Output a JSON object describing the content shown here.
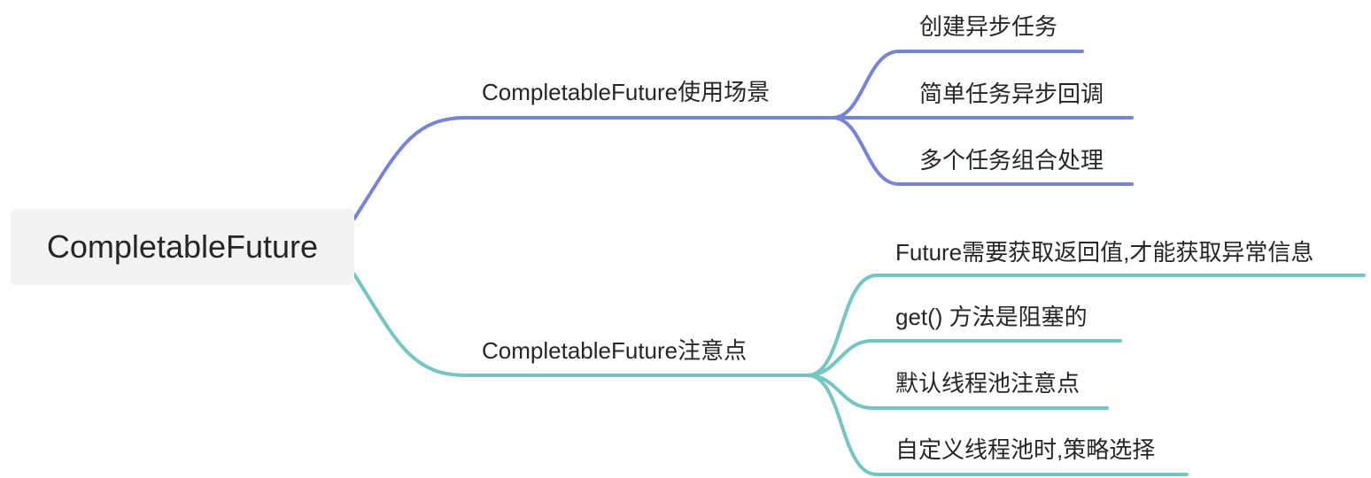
{
  "root": {
    "label": "CompletableFuture"
  },
  "branches": [
    {
      "label": "CompletableFuture使用场景",
      "color": "#7583d8",
      "children": [
        "创建异步任务",
        "简单任务异步回调",
        "多个任务组合处理"
      ]
    },
    {
      "label": "CompletableFuture注意点",
      "color": "#73c6c3",
      "children": [
        "Future需要获取返回值,才能获取异常信息",
        "get() 方法是阻塞的",
        "默认线程池注意点",
        "自定义线程池时,策略选择"
      ]
    }
  ]
}
